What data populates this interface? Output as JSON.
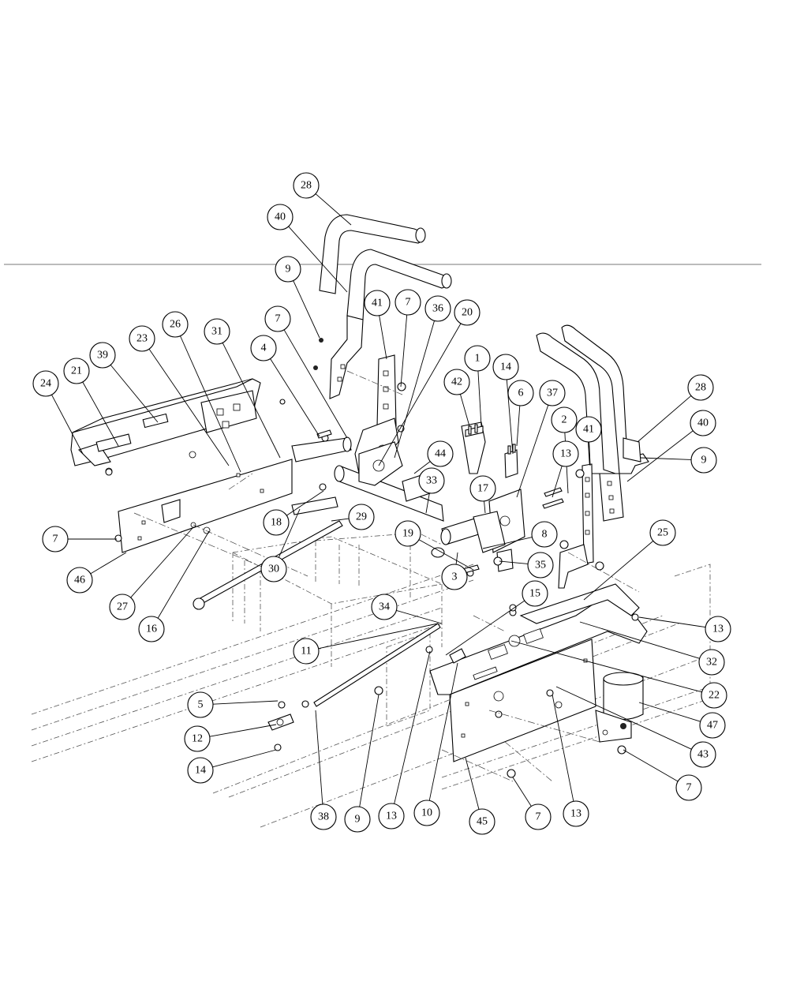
{
  "diagram": {
    "callouts": [
      {
        "label": "28"
      },
      {
        "label": "40"
      },
      {
        "label": "9"
      },
      {
        "label": "41"
      },
      {
        "label": "7"
      },
      {
        "label": "36"
      },
      {
        "label": "20"
      },
      {
        "label": "7"
      },
      {
        "label": "4"
      },
      {
        "label": "31"
      },
      {
        "label": "26"
      },
      {
        "label": "23"
      },
      {
        "label": "39"
      },
      {
        "label": "21"
      },
      {
        "label": "24"
      },
      {
        "label": "1"
      },
      {
        "label": "14"
      },
      {
        "label": "42"
      },
      {
        "label": "6"
      },
      {
        "label": "37"
      },
      {
        "label": "28"
      },
      {
        "label": "40"
      },
      {
        "label": "9"
      },
      {
        "label": "2"
      },
      {
        "label": "41"
      },
      {
        "label": "13"
      },
      {
        "label": "44"
      },
      {
        "label": "33"
      },
      {
        "label": "17"
      },
      {
        "label": "18"
      },
      {
        "label": "29"
      },
      {
        "label": "30"
      },
      {
        "label": "19"
      },
      {
        "label": "8"
      },
      {
        "label": "3"
      },
      {
        "label": "35"
      },
      {
        "label": "25"
      },
      {
        "label": "7"
      },
      {
        "label": "46"
      },
      {
        "label": "27"
      },
      {
        "label": "16"
      },
      {
        "label": "34"
      },
      {
        "label": "15"
      },
      {
        "label": "11"
      },
      {
        "label": "13"
      },
      {
        "label": "32"
      },
      {
        "label": "22"
      },
      {
        "label": "47"
      },
      {
        "label": "43"
      },
      {
        "label": "5"
      },
      {
        "label": "12"
      },
      {
        "label": "14"
      },
      {
        "label": "7"
      },
      {
        "label": "38"
      },
      {
        "label": "9"
      },
      {
        "label": "13"
      },
      {
        "label": "10"
      },
      {
        "label": "45"
      },
      {
        "label": "7"
      },
      {
        "label": "13"
      }
    ]
  }
}
